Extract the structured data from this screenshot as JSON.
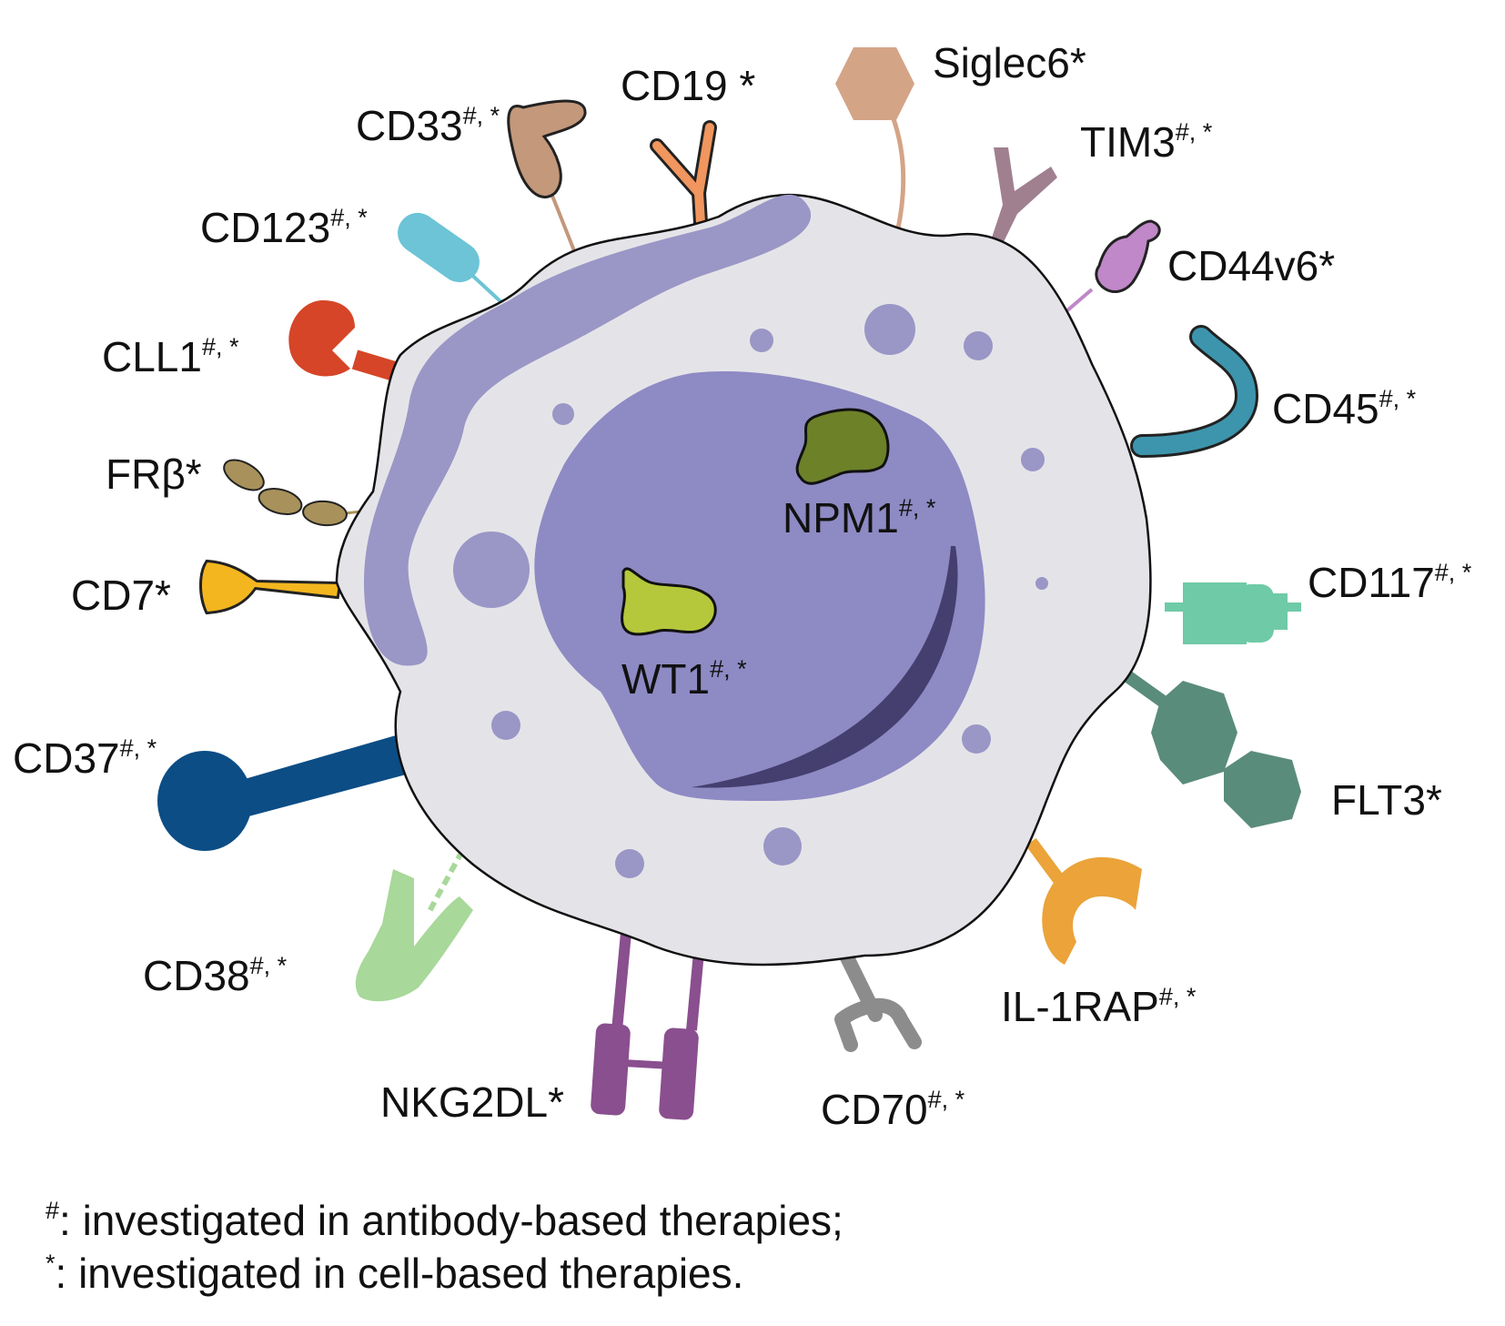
{
  "labels": {
    "cd33": {
      "base": "CD33",
      "sup": "#, *"
    },
    "cd19": {
      "base": "CD19 *",
      "sup": ""
    },
    "siglec6": {
      "base": "Siglec6*",
      "sup": ""
    },
    "tim3": {
      "base": "TIM3",
      "sup": "#, *"
    },
    "cd123": {
      "base": "CD123",
      "sup": "#, *"
    },
    "cd44v6": {
      "base": "CD44v6*",
      "sup": ""
    },
    "cll1": {
      "base": "CLL1",
      "sup": "#, *"
    },
    "cd45": {
      "base": "CD45",
      "sup": "#, *"
    },
    "frb": {
      "base": "FRβ*",
      "sup": ""
    },
    "npm1": {
      "base": "NPM1",
      "sup": "#, *"
    },
    "cd7": {
      "base": "CD7*",
      "sup": ""
    },
    "cd117": {
      "base": "CD117",
      "sup": "#, *"
    },
    "wt1": {
      "base": "WT1",
      "sup": "#, *"
    },
    "cd37": {
      "base": "CD37",
      "sup": "#, *"
    },
    "flt3": {
      "base": "FLT3*",
      "sup": ""
    },
    "cd38": {
      "base": "CD38",
      "sup": "#, *"
    },
    "il1rap": {
      "base": "IL-1RAP",
      "sup": "#, *"
    },
    "nkg2dl": {
      "base": "NKG2DL*",
      "sup": ""
    },
    "cd70": {
      "base": "CD70",
      "sup": "#, *"
    }
  },
  "legend": [
    {
      "sup": "#",
      "text": ": investigated in antibody-based therapies;"
    },
    {
      "sup": "*",
      "text": ": investigated in cell-based therapies."
    }
  ],
  "colors": {
    "cell_fill": "#e4e4e8",
    "cytoplasm_purple": "#9a96c6",
    "nucleus": "#8e8ac4",
    "nucleus_dark": "#443f6e",
    "cd33": "#c3987b",
    "cd19": "#f0965e",
    "siglec6": "#d4a487",
    "tim3": "#a0808f",
    "cd123": "#6cc4d6",
    "cd44v6": "#c087c9",
    "cll1": "#d64527",
    "cd45": "#3d95ad",
    "frb": "#a8915a",
    "cd7": "#f3b61f",
    "cd117": "#6fcaa7",
    "cd37": "#0c4d85",
    "flt3": "#5a8c7b",
    "cd38": "#a8d89a",
    "il1rap": "#eba33a",
    "nkg2dl": "#8a4f8e",
    "cd70": "#8c8c8c",
    "npm1": "#6d8129",
    "wt1": "#b5c73a"
  }
}
